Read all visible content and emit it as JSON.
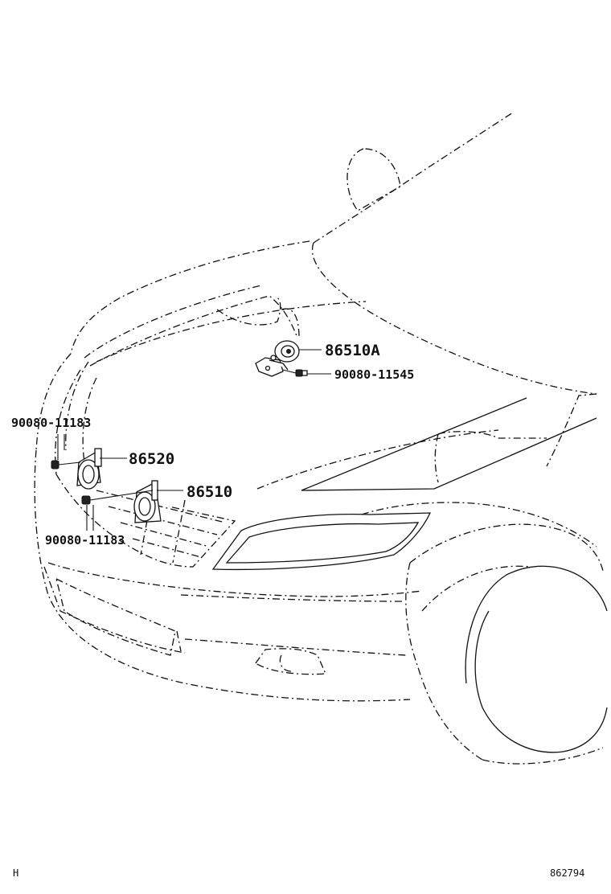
{
  "callouts": {
    "horn_high": "86510A",
    "bolt_hood": "90080-11545",
    "bolt_left_top": "90080-11183",
    "horn_low": "86520",
    "horn_mid": "86510",
    "bolt_left_bottom": "90080-11183"
  },
  "footer": {
    "section_mark": "H",
    "figure_number": "862794"
  }
}
